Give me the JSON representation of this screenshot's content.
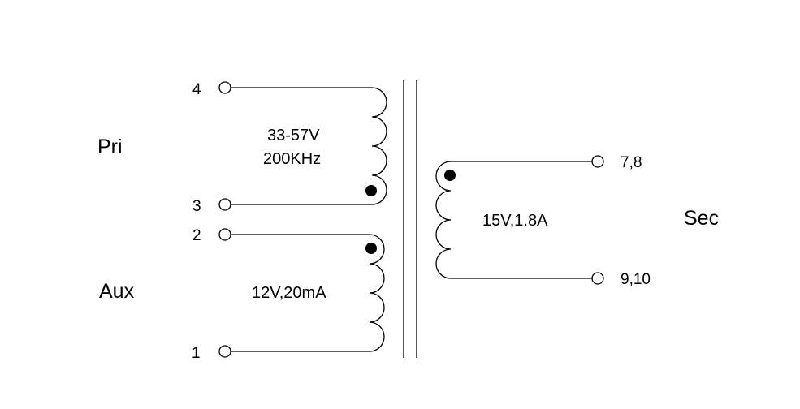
{
  "windings": {
    "primary": {
      "label": "Pri",
      "pin_top": "4",
      "pin_bottom": "3",
      "voltage": "33-57V",
      "frequency": "200KHz"
    },
    "auxiliary": {
      "label": "Aux",
      "pin_top": "2",
      "pin_bottom": "1",
      "rating": "12V,20mA"
    },
    "secondary": {
      "label": "Sec",
      "pin_top": "7,8",
      "pin_bottom": "9,10",
      "rating": "15V,1.8A"
    }
  },
  "colors": {
    "line": "#000000",
    "background": "#ffffff"
  }
}
